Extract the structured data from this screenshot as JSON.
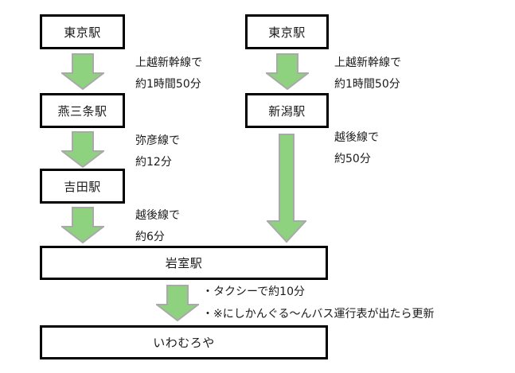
{
  "diagram": {
    "colors": {
      "arrow_fill": "#8ed17e",
      "arrow_stroke": "#a9a9a9",
      "box_border": "#000000",
      "text": "#1a1a1a"
    },
    "route_left": {
      "stations": [
        "東京駅",
        "燕三条駅",
        "吉田駅"
      ],
      "segments": [
        {
          "line1": "上越新幹線で",
          "line2": "約1時間50分"
        },
        {
          "line1": "弥彦線で",
          "line2": "約12分"
        },
        {
          "line1": "越後線で",
          "line2": "約6分"
        }
      ]
    },
    "route_right": {
      "stations": [
        "東京駅",
        "新潟駅"
      ],
      "segments": [
        {
          "line1": "上越新幹線で",
          "line2": "約1時間50分"
        },
        {
          "line1": "越後線で",
          "line2": "約50分"
        }
      ]
    },
    "merge": {
      "station": "岩室駅",
      "destination": "いわむろや",
      "notes": [
        "・タクシーで約10分",
        "・※にしかんぐる～んバス運行表が出たら更新"
      ]
    }
  }
}
